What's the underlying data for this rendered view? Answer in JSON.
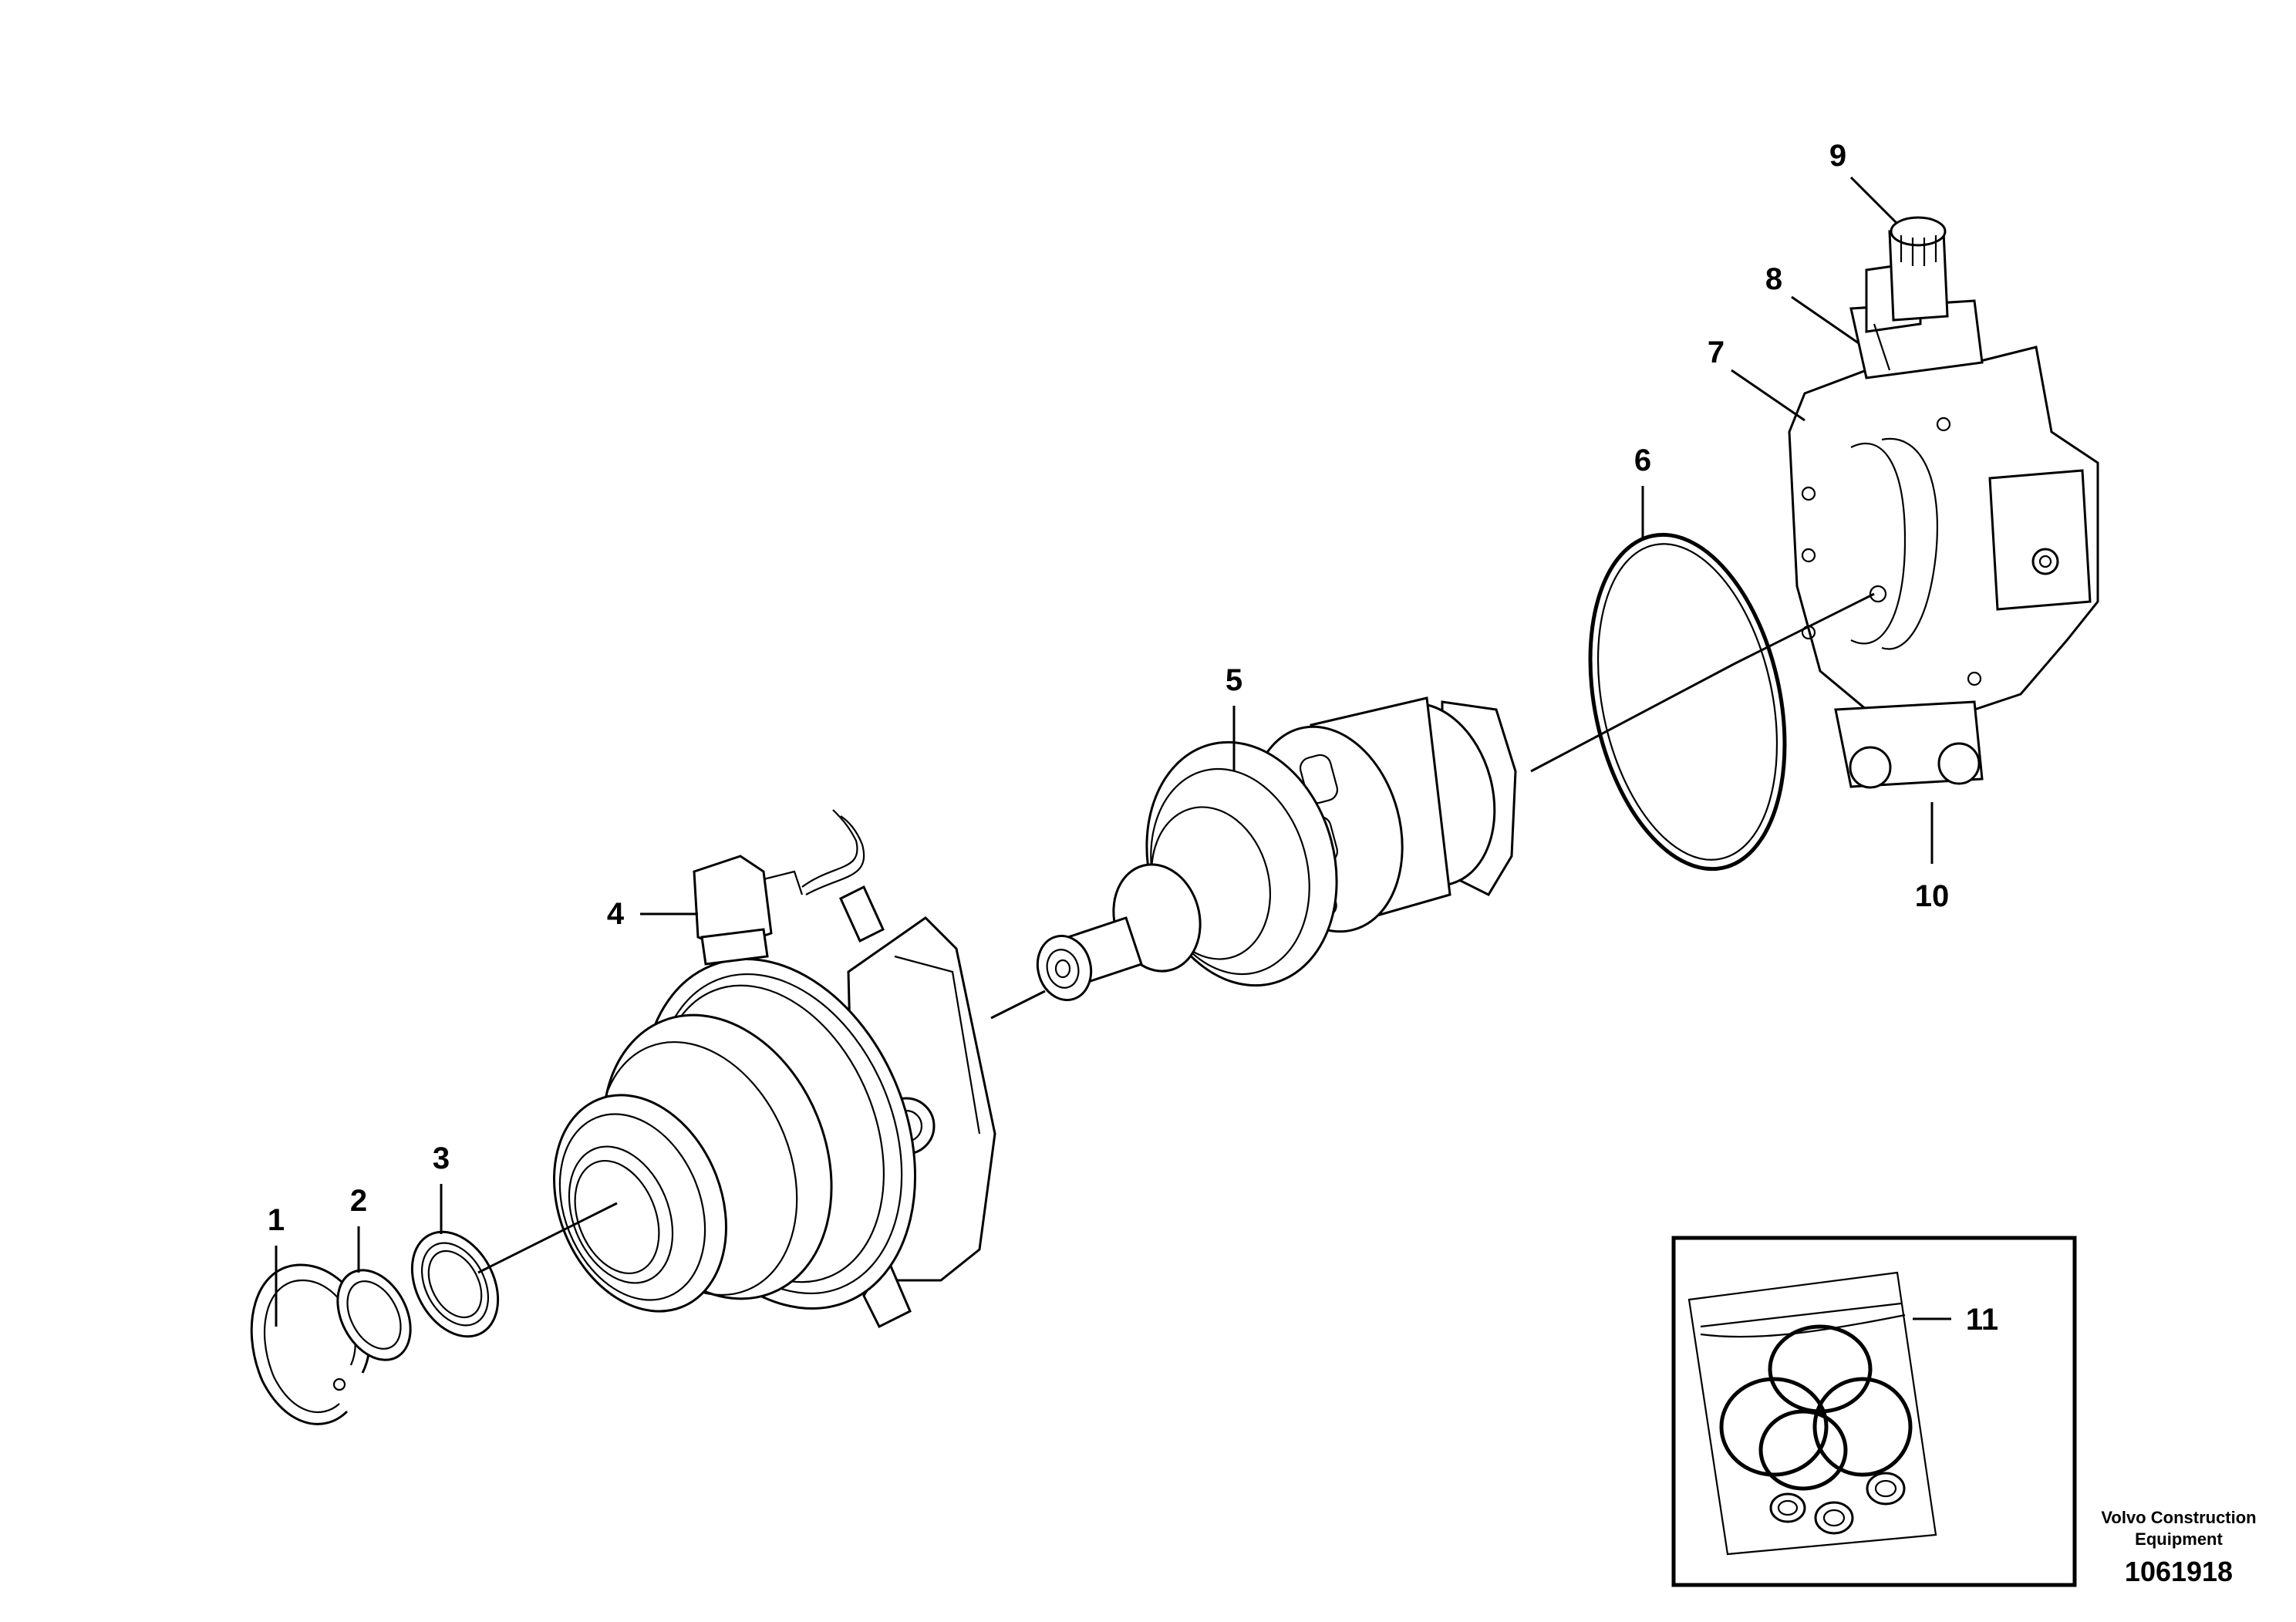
{
  "callouts": {
    "c1": "1",
    "c2": "2",
    "c3": "3",
    "c4": "4",
    "c5": "5",
    "c6": "6",
    "c7": "7",
    "c8": "8",
    "c9": "9",
    "c10": "10",
    "c11": "11"
  },
  "credit": {
    "line1": "Volvo Construction",
    "line2": "Equipment",
    "number": "1061918"
  }
}
